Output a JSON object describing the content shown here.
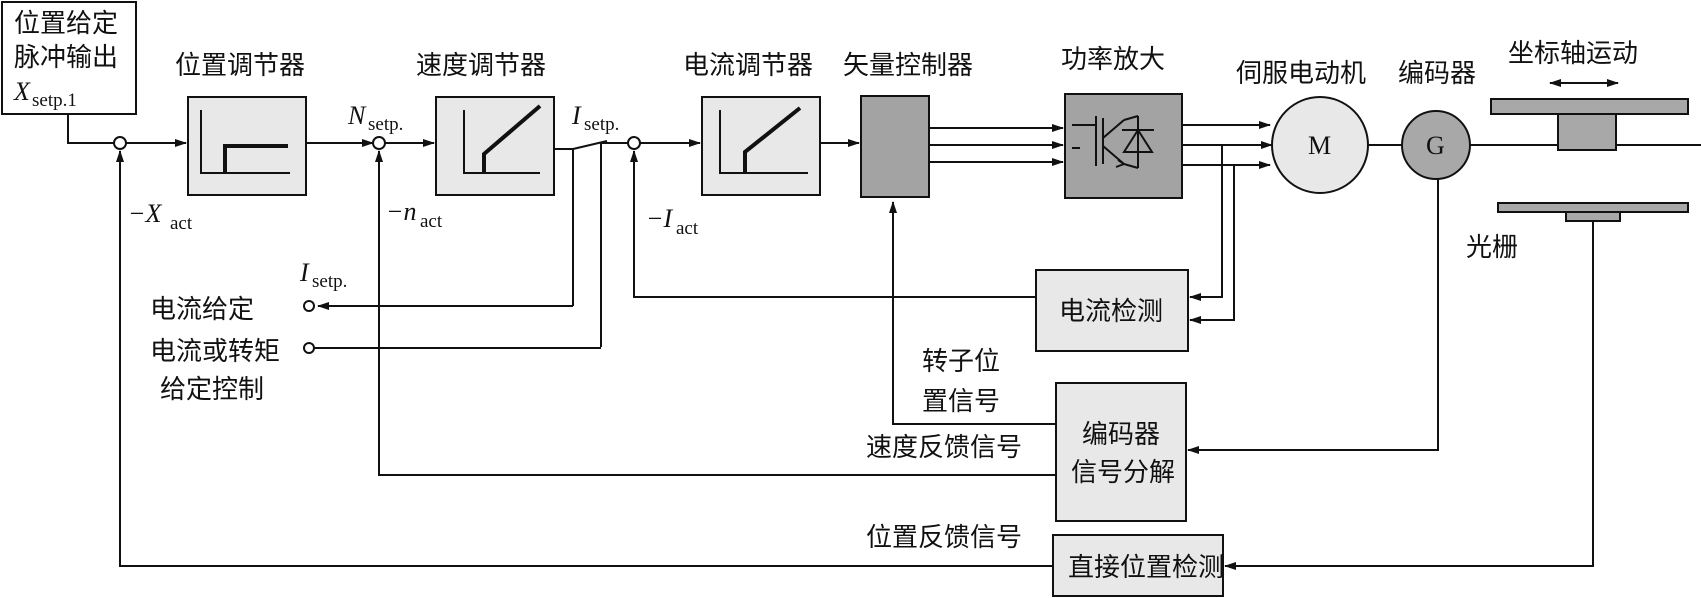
{
  "output": {
    "line1": "位置给定",
    "line2": "脉冲输出",
    "symbol": "X",
    "sub": "setp.1"
  },
  "blocks": {
    "position_regulator": "位置调节器",
    "speed_regulator": "速度调节器",
    "current_regulator": "电流调节器",
    "vector_controller": "矢量控制器",
    "power_amplifier": "功率放大",
    "servo_motor": "伺服电动机",
    "encoder": "编码器",
    "axis_motion": "坐标轴运动",
    "grating": "光栅",
    "current_detection": "电流检测",
    "encoder_decode_line1": "编码器",
    "encoder_decode_line2": "信号分解",
    "direct_position_detection": "直接位置检测"
  },
  "symbols": {
    "motor": "M",
    "generator": "G",
    "n_setp": "N",
    "n_setp_sub": "setp.",
    "i_setp": "I",
    "i_setp_sub": "setp.",
    "i_setp2": "I",
    "i_setp2_sub": "setp.",
    "x_act": "−X",
    "x_act_sub": "act",
    "n_act": "−n",
    "n_act_sub": "act",
    "i_act": "−I",
    "i_act_sub": "act"
  },
  "labels": {
    "current_setpoint": "电流给定",
    "torque_ctrl_line1": "电流或转矩",
    "torque_ctrl_line2": "给定控制",
    "rotor_pos_line1": "转子位",
    "rotor_pos_line2": "置信号",
    "speed_feedback": "速度反馈信号",
    "position_feedback": "位置反馈信号"
  }
}
